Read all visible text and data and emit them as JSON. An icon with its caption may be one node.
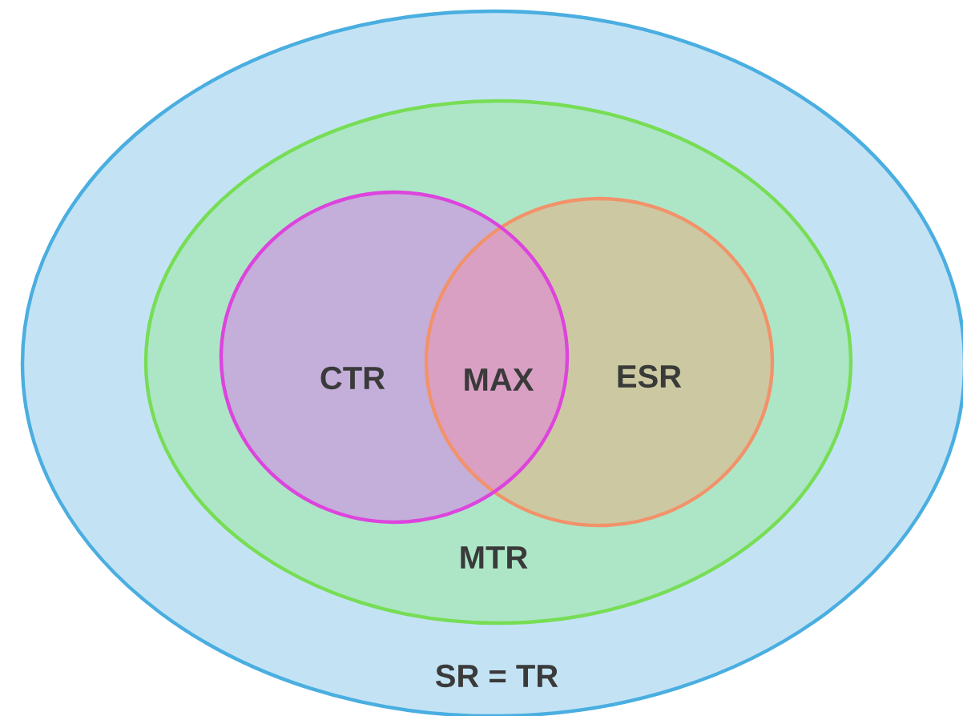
{
  "diagram": {
    "nodes": [
      {
        "text": [
          "SR = TR"
        ]
      },
      {
        "text": [
          "MTR"
        ],
        "in": 0
      },
      {
        "text": [
          "CTR"
        ],
        "in": 1
      },
      {
        "text": [
          "ESR"
        ],
        "in": 1
      }
    ],
    "labels": [
      "MAX"
    ]
  }
}
